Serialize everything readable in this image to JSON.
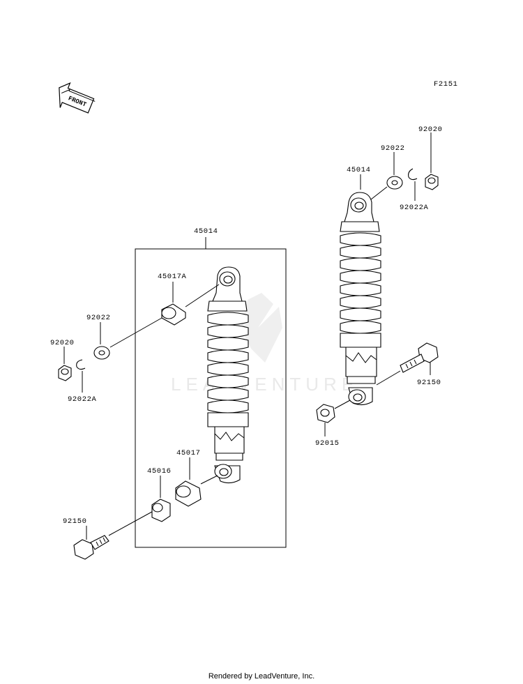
{
  "figure_code": "F2151",
  "front_arrow_text": "FRONT",
  "watermark_text": "LEADVENTURE",
  "footer_text": "Rendered by LeadVenture, Inc.",
  "labels": {
    "assembly_45014": "45014",
    "bushing_45017A": "45017A",
    "washer_92022_left": "92022",
    "nut_92020_left": "92020",
    "clip_92022A_left": "92022A",
    "bushing_45017": "45017",
    "collar_45016": "45016",
    "bolt_92150_left": "92150",
    "nut_92020_right": "92020",
    "washer_92022_right": "92022",
    "shock_45014_right": "45014",
    "clip_92022A_right": "92022A",
    "bolt_92150_right": "92150",
    "nut_92015": "92015"
  }
}
